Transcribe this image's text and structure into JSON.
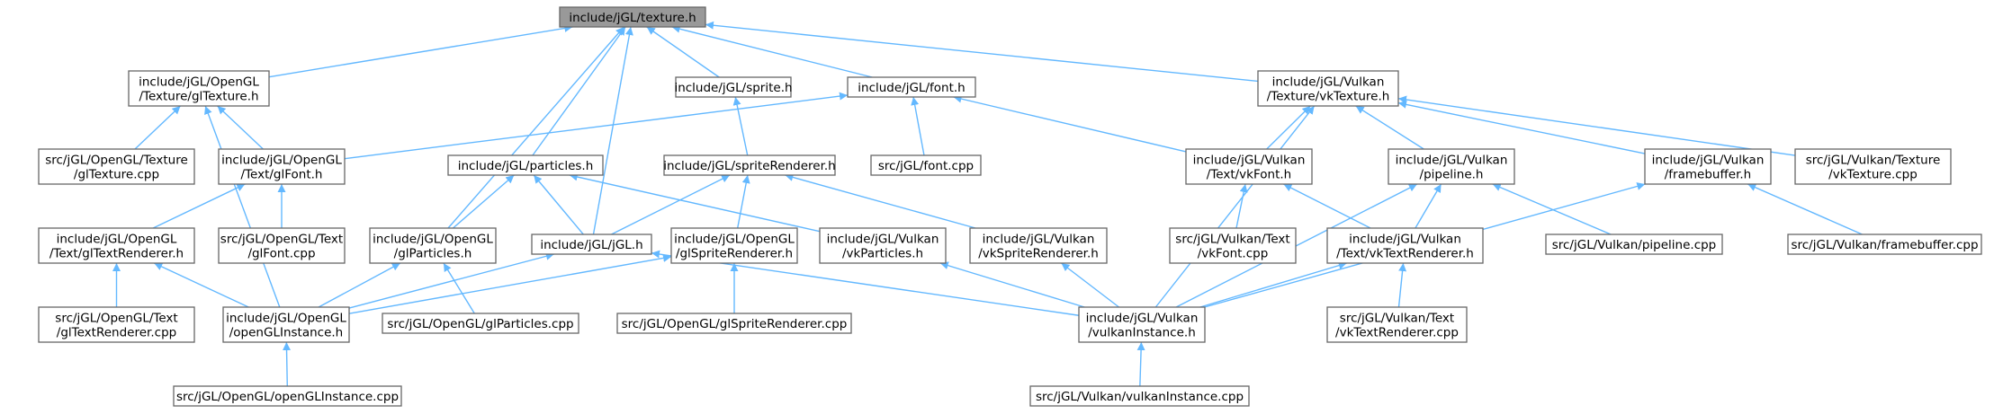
{
  "nodes": [
    {
      "id": "texture_h",
      "lines": [
        "include/jGL/texture.h"
      ],
      "root": true
    },
    {
      "id": "gltexture_h",
      "lines": [
        "include/jGL/OpenGL",
        "/Texture/glTexture.h"
      ]
    },
    {
      "id": "sprite_h",
      "lines": [
        "include/jGL/sprite.h"
      ]
    },
    {
      "id": "font_h",
      "lines": [
        "include/jGL/font.h"
      ]
    },
    {
      "id": "vktexture_h",
      "lines": [
        "include/jGL/Vulkan",
        "/Texture/vkTexture.h"
      ]
    },
    {
      "id": "gltexture_cpp",
      "lines": [
        "src/jGL/OpenGL/Texture",
        "/glTexture.cpp"
      ]
    },
    {
      "id": "glfont_h",
      "lines": [
        "include/jGL/OpenGL",
        "/Text/glFont.h"
      ]
    },
    {
      "id": "particles_h",
      "lines": [
        "include/jGL/particles.h"
      ]
    },
    {
      "id": "spriterenderer_h",
      "lines": [
        "include/jGL/spriteRenderer.h"
      ]
    },
    {
      "id": "font_cpp",
      "lines": [
        "src/jGL/font.cpp"
      ]
    },
    {
      "id": "vkfont_h",
      "lines": [
        "include/jGL/Vulkan",
        "/Text/vkFont.h"
      ]
    },
    {
      "id": "pipeline_h",
      "lines": [
        "include/jGL/Vulkan",
        "/pipeline.h"
      ]
    },
    {
      "id": "framebuffer_h",
      "lines": [
        "include/jGL/Vulkan",
        "/framebuffer.h"
      ]
    },
    {
      "id": "vktexture_cpp",
      "lines": [
        "src/jGL/Vulkan/Texture",
        "/vkTexture.cpp"
      ]
    },
    {
      "id": "gltextrenderer_h",
      "lines": [
        "include/jGL/OpenGL",
        "/Text/glTextRenderer.h"
      ]
    },
    {
      "id": "glfont_cpp",
      "lines": [
        "src/jGL/OpenGL/Text",
        "/glFont.cpp"
      ]
    },
    {
      "id": "glparticles_h",
      "lines": [
        "include/jGL/OpenGL",
        "/glParticles.h"
      ]
    },
    {
      "id": "jgl_h",
      "lines": [
        "include/jGL/jGL.h"
      ]
    },
    {
      "id": "glspriterenderer_h",
      "lines": [
        "include/jGL/OpenGL",
        "/glSpriteRenderer.h"
      ]
    },
    {
      "id": "vkparticles_h",
      "lines": [
        "include/jGL/Vulkan",
        "/vkParticles.h"
      ]
    },
    {
      "id": "vkspriterenderer_h",
      "lines": [
        "include/jGL/Vulkan",
        "/vkSpriteRenderer.h"
      ]
    },
    {
      "id": "vkfont_cpp",
      "lines": [
        "src/jGL/Vulkan/Text",
        "/vkFont.cpp"
      ]
    },
    {
      "id": "vktextrenderer_h",
      "lines": [
        "include/jGL/Vulkan",
        "/Text/vkTextRenderer.h"
      ]
    },
    {
      "id": "pipeline_cpp",
      "lines": [
        "src/jGL/Vulkan/pipeline.cpp"
      ]
    },
    {
      "id": "framebuffer_cpp",
      "lines": [
        "src/jGL/Vulkan/framebuffer.cpp"
      ]
    },
    {
      "id": "gltextrenderer_cpp",
      "lines": [
        "src/jGL/OpenGL/Text",
        "/glTextRenderer.cpp"
      ]
    },
    {
      "id": "openglinstance_h",
      "lines": [
        "include/jGL/OpenGL",
        "/openGLInstance.h"
      ]
    },
    {
      "id": "glparticles_cpp",
      "lines": [
        "src/jGL/OpenGL/glParticles.cpp"
      ]
    },
    {
      "id": "glspriterenderer_cpp",
      "lines": [
        "src/jGL/OpenGL/glSpriteRenderer.cpp"
      ]
    },
    {
      "id": "vulkaninstance_h",
      "lines": [
        "include/jGL/Vulkan",
        "/vulkanInstance.h"
      ]
    },
    {
      "id": "vktextrenderer_cpp",
      "lines": [
        "src/jGL/Vulkan/Text",
        "/vkTextRenderer.cpp"
      ]
    },
    {
      "id": "openglinstance_cpp",
      "lines": [
        "src/jGL/OpenGL/openGLInstance.cpp"
      ]
    },
    {
      "id": "vulkaninstance_cpp",
      "lines": [
        "src/jGL/Vulkan/vulkanInstance.cpp"
      ]
    }
  ],
  "edges": [
    [
      "gltexture_h",
      "texture_h"
    ],
    [
      "sprite_h",
      "texture_h"
    ],
    [
      "font_h",
      "texture_h"
    ],
    [
      "vktexture_h",
      "texture_h"
    ],
    [
      "particles_h",
      "texture_h"
    ],
    [
      "glparticles_h",
      "texture_h"
    ],
    [
      "jgl_h",
      "texture_h"
    ],
    [
      "gltexture_cpp",
      "gltexture_h"
    ],
    [
      "glfont_h",
      "gltexture_h"
    ],
    [
      "openglinstance_h",
      "gltexture_h"
    ],
    [
      "spriterenderer_h",
      "sprite_h"
    ],
    [
      "glfont_h",
      "font_h"
    ],
    [
      "font_cpp",
      "font_h"
    ],
    [
      "vkfont_h",
      "font_h"
    ],
    [
      "vkfont_h",
      "vktexture_h"
    ],
    [
      "pipeline_h",
      "vktexture_h"
    ],
    [
      "framebuffer_h",
      "vktexture_h"
    ],
    [
      "vktexture_cpp",
      "vktexture_h"
    ],
    [
      "vulkaninstance_h",
      "vktexture_h"
    ],
    [
      "gltextrenderer_h",
      "glfont_h"
    ],
    [
      "glfont_cpp",
      "glfont_h"
    ],
    [
      "glparticles_h",
      "particles_h"
    ],
    [
      "jgl_h",
      "particles_h"
    ],
    [
      "vkparticles_h",
      "particles_h"
    ],
    [
      "jgl_h",
      "spriterenderer_h"
    ],
    [
      "glspriterenderer_h",
      "spriterenderer_h"
    ],
    [
      "vkspriterenderer_h",
      "spriterenderer_h"
    ],
    [
      "vkfont_cpp",
      "vkfont_h"
    ],
    [
      "vktextrenderer_h",
      "vkfont_h"
    ],
    [
      "vktextrenderer_h",
      "pipeline_h"
    ],
    [
      "pipeline_cpp",
      "pipeline_h"
    ],
    [
      "vulkaninstance_h",
      "pipeline_h"
    ],
    [
      "framebuffer_cpp",
      "framebuffer_h"
    ],
    [
      "vulkaninstance_h",
      "framebuffer_h"
    ],
    [
      "gltextrenderer_cpp",
      "gltextrenderer_h"
    ],
    [
      "openglinstance_h",
      "gltextrenderer_h"
    ],
    [
      "openglinstance_h",
      "glparticles_h"
    ],
    [
      "glparticles_cpp",
      "glparticles_h"
    ],
    [
      "openglinstance_h",
      "jgl_h"
    ],
    [
      "vulkaninstance_h",
      "jgl_h"
    ],
    [
      "openglinstance_h",
      "glspriterenderer_h"
    ],
    [
      "glspriterenderer_cpp",
      "glspriterenderer_h"
    ],
    [
      "vulkaninstance_h",
      "vkparticles_h"
    ],
    [
      "vulkaninstance_h",
      "vkspriterenderer_h"
    ],
    [
      "vulkaninstance_h",
      "vktextrenderer_h"
    ],
    [
      "vktextrenderer_cpp",
      "vktextrenderer_h"
    ],
    [
      "openglinstance_cpp",
      "openglinstance_h"
    ],
    [
      "vulkaninstance_cpp",
      "vulkaninstance_h"
    ]
  ],
  "colors": {
    "edge": "#63b8ff",
    "node_border": "#666666",
    "root_fill": "#999999",
    "node_fill": "#ffffff"
  }
}
